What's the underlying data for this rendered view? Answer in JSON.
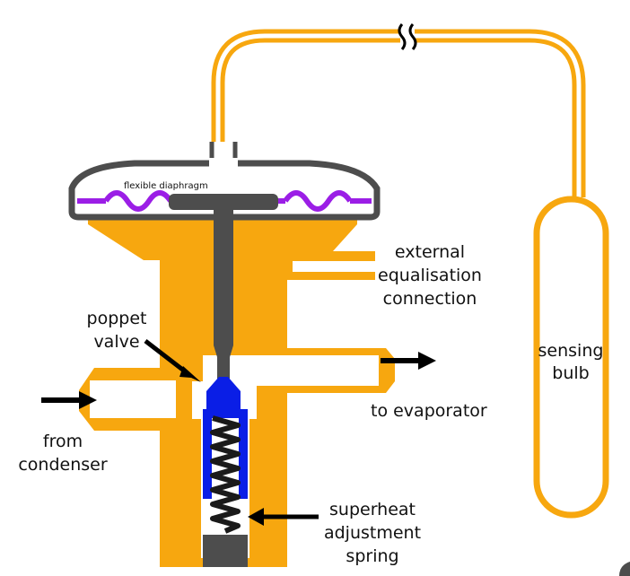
{
  "colors": {
    "body": "#F7A70F",
    "body_light": "#FFC04A",
    "stem": "#4D4D4D",
    "diaphragm": "#9B1EE6",
    "poppet": "#0A1EE6",
    "spring_cup": "#0A1EE6",
    "arrow": "#000000",
    "text": "#111111"
  },
  "labels": {
    "diaphragm": "flexible diaphragm",
    "equalisation_1": "external",
    "equalisation_2": "equalisation",
    "equalisation_3": "connection",
    "poppet_1": "poppet",
    "poppet_2": "valve",
    "sensing_1": "sensing",
    "sensing_2": "bulb",
    "evaporator": "to evaporator",
    "condenser_1": "from",
    "condenser_2": "condenser",
    "spring_1": "superheat",
    "spring_2": "adjustment",
    "spring_3": "spring"
  },
  "icons": {
    "break_mark": "capillary-break-icon",
    "inlet_arrow": "arrow-right-icon",
    "outlet_arrow": "arrow-right-icon"
  }
}
